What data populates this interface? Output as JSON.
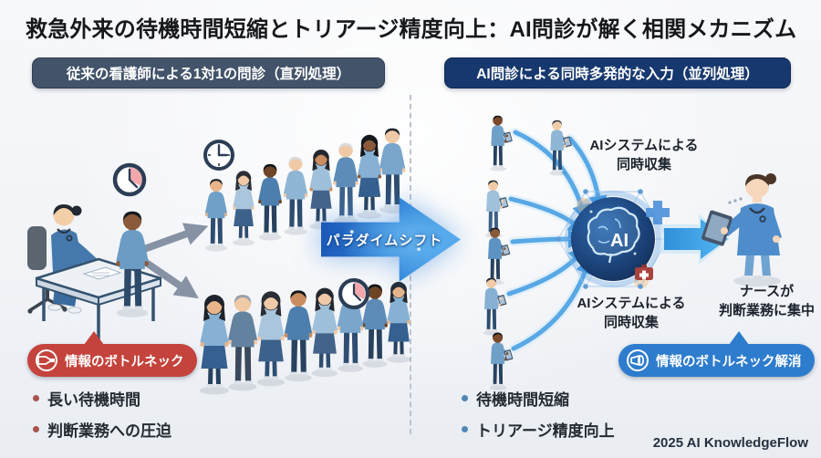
{
  "title": "救急外来の待機時間短縮とトリアージ精度向上：AI問診が解く相関メカニズム",
  "left": {
    "header": "従来の看護師による1対1の問診（直列処理）",
    "badge_label": "情報のボトルネック",
    "bullets": [
      "長い待機時間",
      "判断業務への圧迫"
    ]
  },
  "right": {
    "header": "AI問診による同時多発的な入力（並列処理）",
    "collect_top": {
      "line1": "AIシステムによる",
      "line2": "同時収集"
    },
    "collect_bottom": {
      "line1": "AIシステムによる",
      "line2": "同時収集"
    },
    "nurse_label": {
      "line1": "ナースが",
      "line2": "判断業務に集中"
    },
    "ai_core": "AI",
    "badge_label": "情報のボトルネック解消",
    "bullets": [
      "待機時間短縮",
      "トリアージ精度向上"
    ]
  },
  "center": {
    "label": "パラダイムシフト"
  },
  "footer": "2025 AI KnowledgeFlow",
  "icons": {
    "left_badge": "bottleneck-icon",
    "right_badge": "bottleneck-resolved-icon",
    "queue_clock": "clock-icon",
    "wait_clock": "elapsed-time-clock-icon",
    "ai": "ai-brain-icon",
    "medical": "medical-cross-icon",
    "firstaid": "first-aid-kit-icon"
  },
  "colors": {
    "left_header_bg": "#42536a",
    "right_header_bg": "#17386e",
    "alert_red": "#c4433c",
    "accent_blue": "#2e7ccd",
    "arrow_blue": "#2e7fd6",
    "gray_arrow": "#8792a5"
  }
}
